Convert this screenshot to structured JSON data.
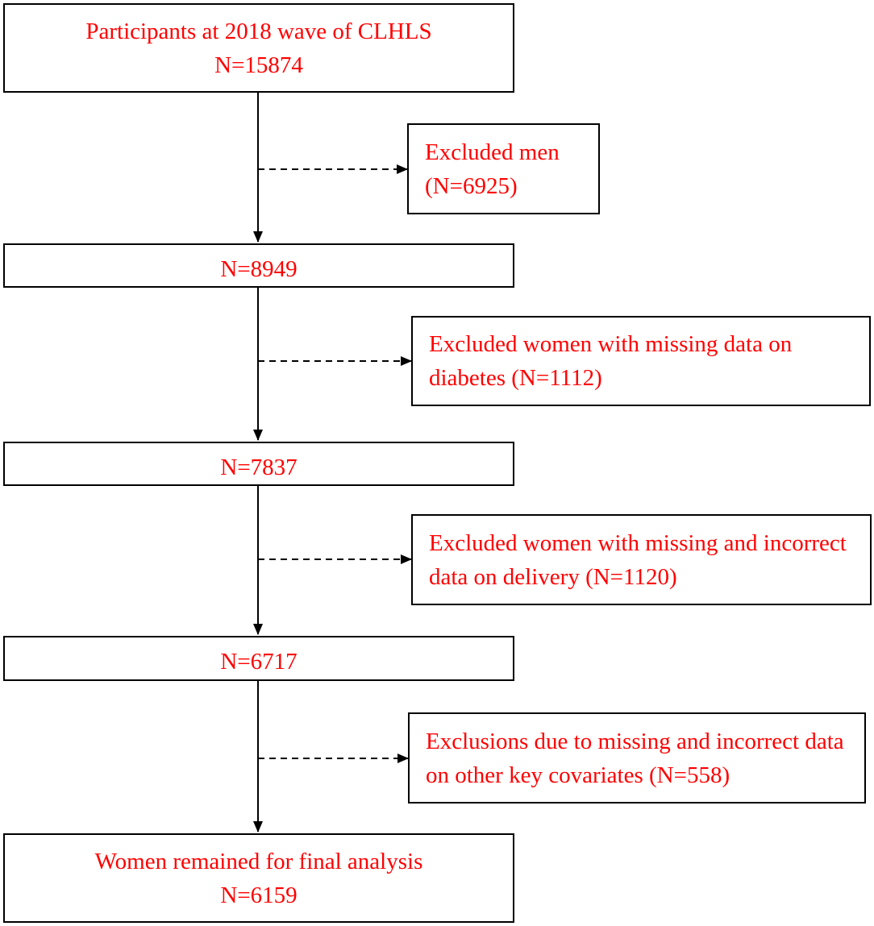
{
  "colors": {
    "text": "#ff0000",
    "line": "#000000",
    "background": "#ffffff"
  },
  "flow": {
    "participants": {
      "line1": "Participants at 2018 wave of CLHLS",
      "line2": "N=15874"
    },
    "step1": {
      "line1": "N=8949"
    },
    "step2": {
      "line1": "N=7837"
    },
    "step3": {
      "line1": "N=6717"
    },
    "final": {
      "line1": "Women remained for final analysis",
      "line2": "N=6159"
    }
  },
  "exclusions": {
    "men": {
      "line1": "Excluded men",
      "line2": "(N=6925)"
    },
    "diabetes": {
      "line1": "Excluded women with missing data on",
      "line2": "diabetes (N=1112)"
    },
    "delivery": {
      "line1": "Excluded women with missing and incorrect",
      "line2": "data on delivery (N=1120)"
    },
    "covariates": {
      "line1": "Exclusions due to missing and incorrect data",
      "line2": "on other key covariates (N=558)"
    }
  }
}
